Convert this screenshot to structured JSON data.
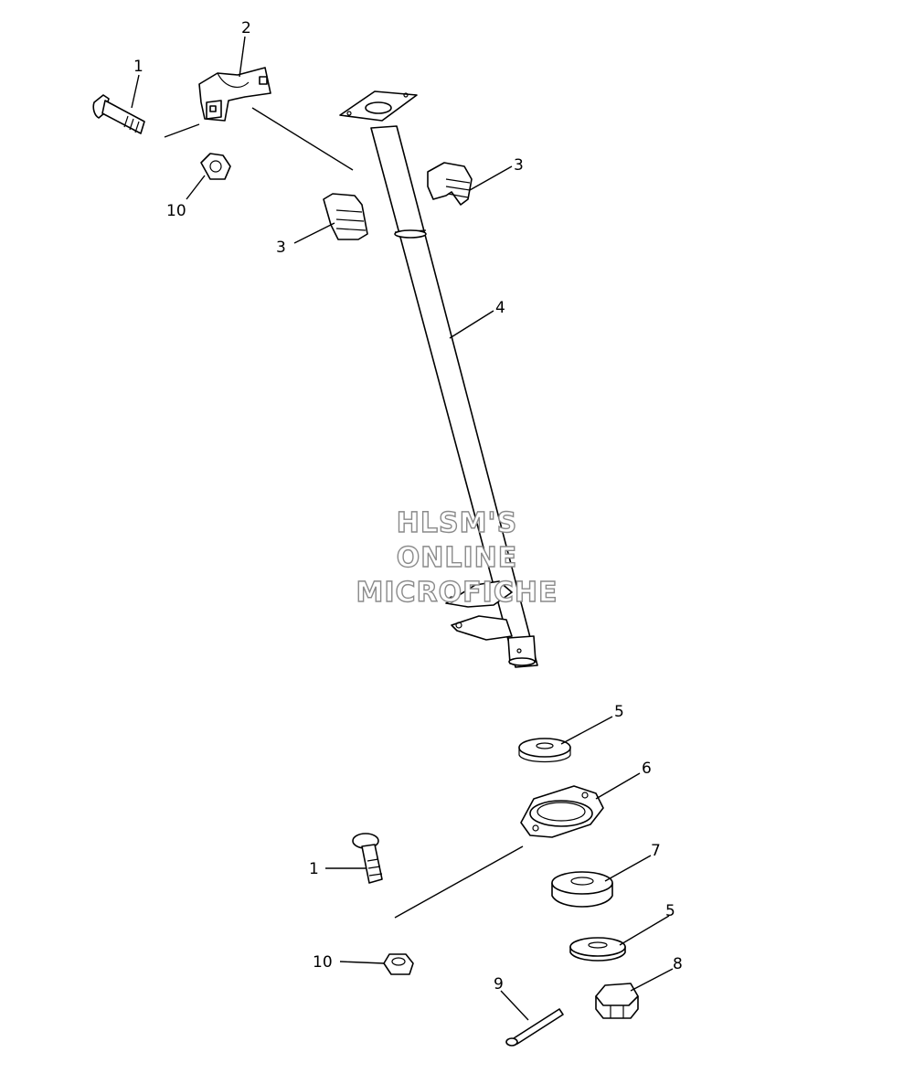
{
  "callouts": {
    "c1_top": "1",
    "c2": "2",
    "c3_right": "3",
    "c3_left": "3",
    "c10_top": "10",
    "c4": "4",
    "c5_top": "5",
    "c6": "6",
    "c7": "7",
    "c1_bottom": "1",
    "c5_bottom": "5",
    "c10_bottom": "10",
    "c8": "8",
    "c9": "9"
  },
  "watermark": {
    "line1": "HLSM'S",
    "line2": "ONLINE",
    "line3": "MICROFICHE"
  }
}
